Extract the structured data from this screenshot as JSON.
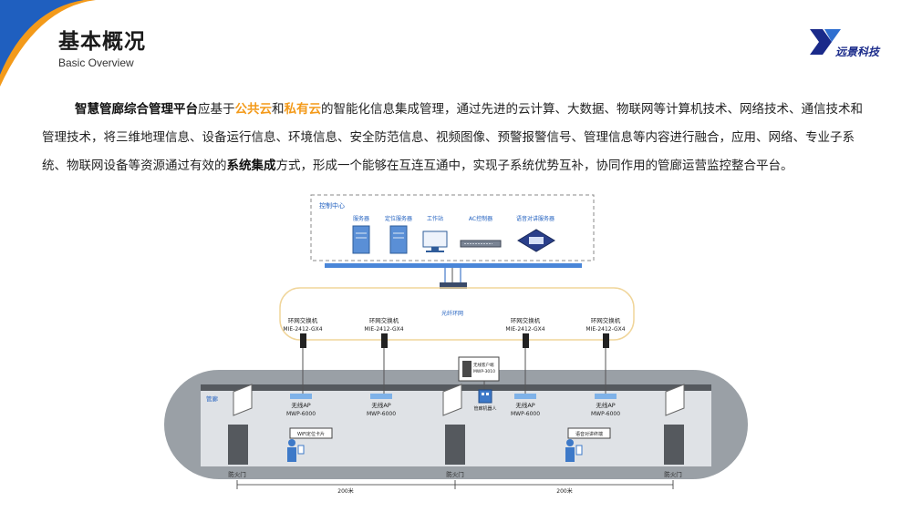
{
  "header": {
    "title": "基本概况",
    "subtitle": "Basic Overview",
    "logo_text": "远景科技"
  },
  "paragraph": {
    "s1_bold": "智慧管廊综合管理平台",
    "s2": "应基于",
    "s3_orange": "公共云",
    "s4": "和",
    "s5_orange": "私有云",
    "s6": "的智能化信息集成管理，通过先进的云计算、大数据、物联网等计算机技术、网络技术、通信技术和管理技术，将三维地理信息、设备运行信息、环境信息、安全防范信息、视频图像、预警报警信号、管理信息等内容进行融合，应用、网络、专业子系统、物联网设备等资源通过有效的",
    "s7_bold": "系统集成",
    "s8": "方式，形成一个能够在互连互通中，实现子系统优势互补，协同作用的管廊运营监控整合平台。"
  },
  "diagram": {
    "control_center": "控制中心",
    "devices": [
      "服务器",
      "定位服务器",
      "工作站",
      "AC控制器",
      "语音对讲服务器"
    ],
    "fiber_ring": "光纤环网",
    "ring_switch_label": "环网交换机",
    "ring_switch_model": "MIE-2412-GX4",
    "ap_label": "无线AP",
    "ap_model": "MWP-6000",
    "gallery_label": "管廊",
    "client_label": "无线客户端",
    "client_model": "MWP-3010",
    "robot_label": "管廊机器人",
    "wifi_card": "WiFi定位卡片",
    "voice_terminal": "语音对讲终端",
    "fire_door": "防火门",
    "distance": "200米"
  },
  "colors": {
    "accent_orange": "#f39a1a",
    "brand_blue": "#1f5fbf",
    "logo_navy": "#1a2a8a"
  }
}
